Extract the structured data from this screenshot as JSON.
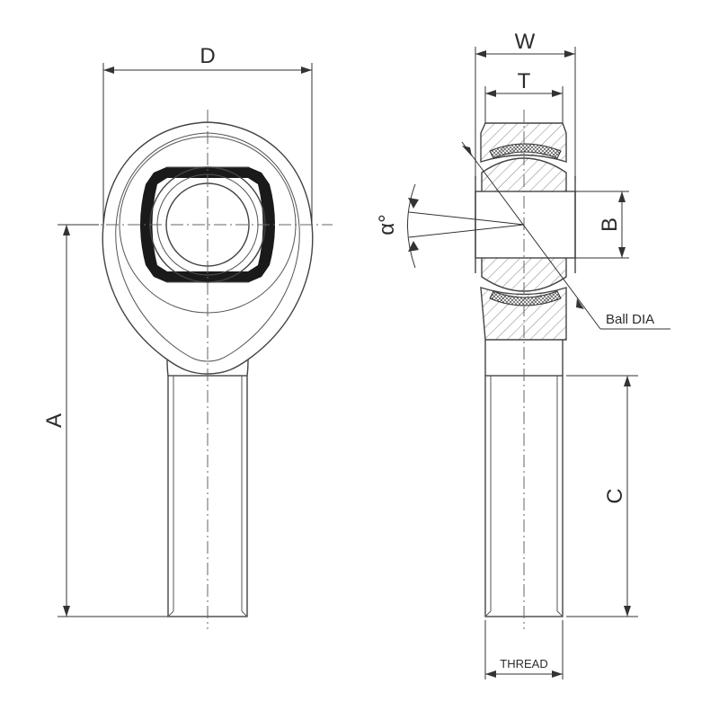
{
  "labels": {
    "d": "D",
    "a": "A",
    "w": "W",
    "t": "T",
    "b": "B",
    "c": "C",
    "alpha": "α°",
    "ball_dia": "Ball DIA",
    "thread": "THREAD"
  },
  "colors": {
    "line": "#444444",
    "liner": "#1a1a1a",
    "background": "#ffffff"
  }
}
